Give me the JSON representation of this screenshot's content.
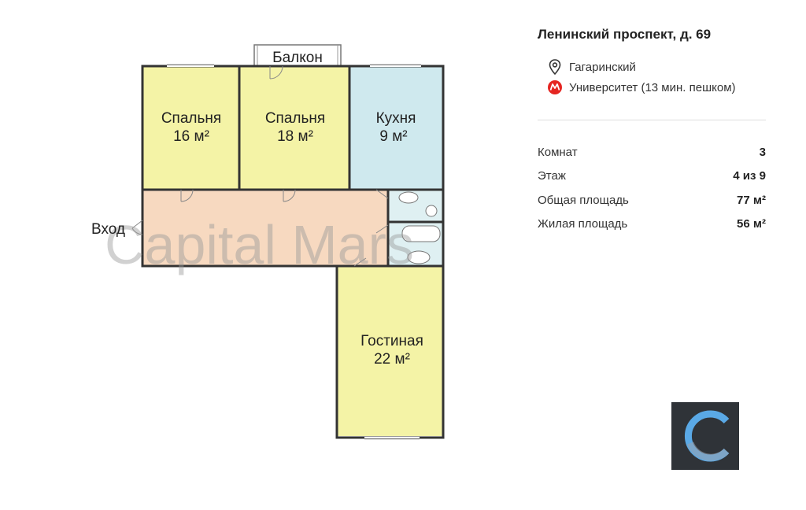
{
  "listing": {
    "address": "Ленинский проспект, д. 69",
    "district": "Гагаринский",
    "metro": "Университет (13 мин. пешком)"
  },
  "stats": [
    {
      "label": "Комнат",
      "value": "3"
    },
    {
      "label": "Этаж",
      "value": "4 из 9"
    },
    {
      "label": "Общая площадь",
      "value": "77 м²"
    },
    {
      "label": "Жилая площадь",
      "value": "56 м²"
    }
  ],
  "plan": {
    "watermark": "Capital Mars",
    "balcony": "Балкон",
    "entrance": "Вход",
    "rooms": [
      {
        "name": "Спальня",
        "area": "16 м²"
      },
      {
        "name": "Спальня",
        "area": "18 м²"
      },
      {
        "name": "Кухня",
        "area": "9 м²"
      },
      {
        "name": "Гостиная",
        "area": "22 м²"
      }
    ]
  },
  "colors": {
    "bedroom": "#f4f3a6",
    "kitchen": "#cfe9ee",
    "hall": "#f7d9c0",
    "bath": "#dff0f2",
    "walls": "#333333",
    "metro": "#e52521",
    "logo_bg": "#2f3338",
    "logo_arc": "#5aa9e6"
  },
  "icons": [
    "location-pin-icon",
    "metro-icon",
    "capital-mars-logo-icon"
  ]
}
